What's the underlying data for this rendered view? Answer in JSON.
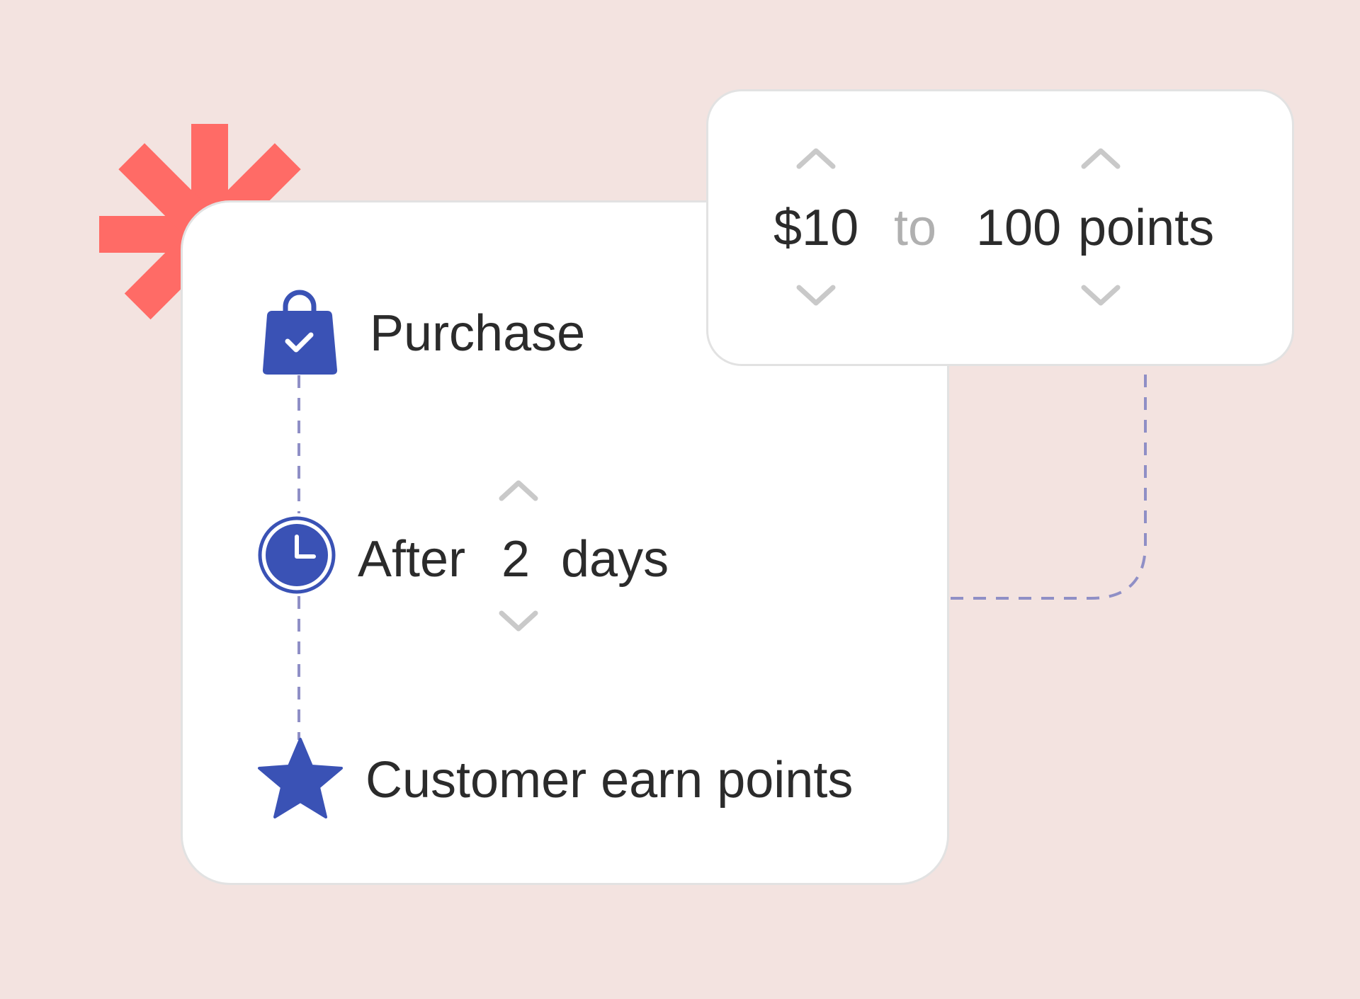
{
  "colors": {
    "background": "#f3e3e0",
    "accent_burst": "#ff6b66",
    "icon_blue": "#3a52b5",
    "connector": "#8f8fc6",
    "chevron": "#c9c9c9",
    "muted_text": "#b0b0b0"
  },
  "flow": {
    "steps": [
      {
        "icon": "shopping-bag-check-icon",
        "label": "Purchase"
      },
      {
        "icon": "clock-icon",
        "label_prefix": "After",
        "value": "2",
        "label_suffix": "days"
      },
      {
        "icon": "star-icon",
        "label": "Customer earn points"
      }
    ]
  },
  "conversion": {
    "amount": "$10",
    "connector_word": "to",
    "points_value": "100",
    "points_unit": "points"
  }
}
